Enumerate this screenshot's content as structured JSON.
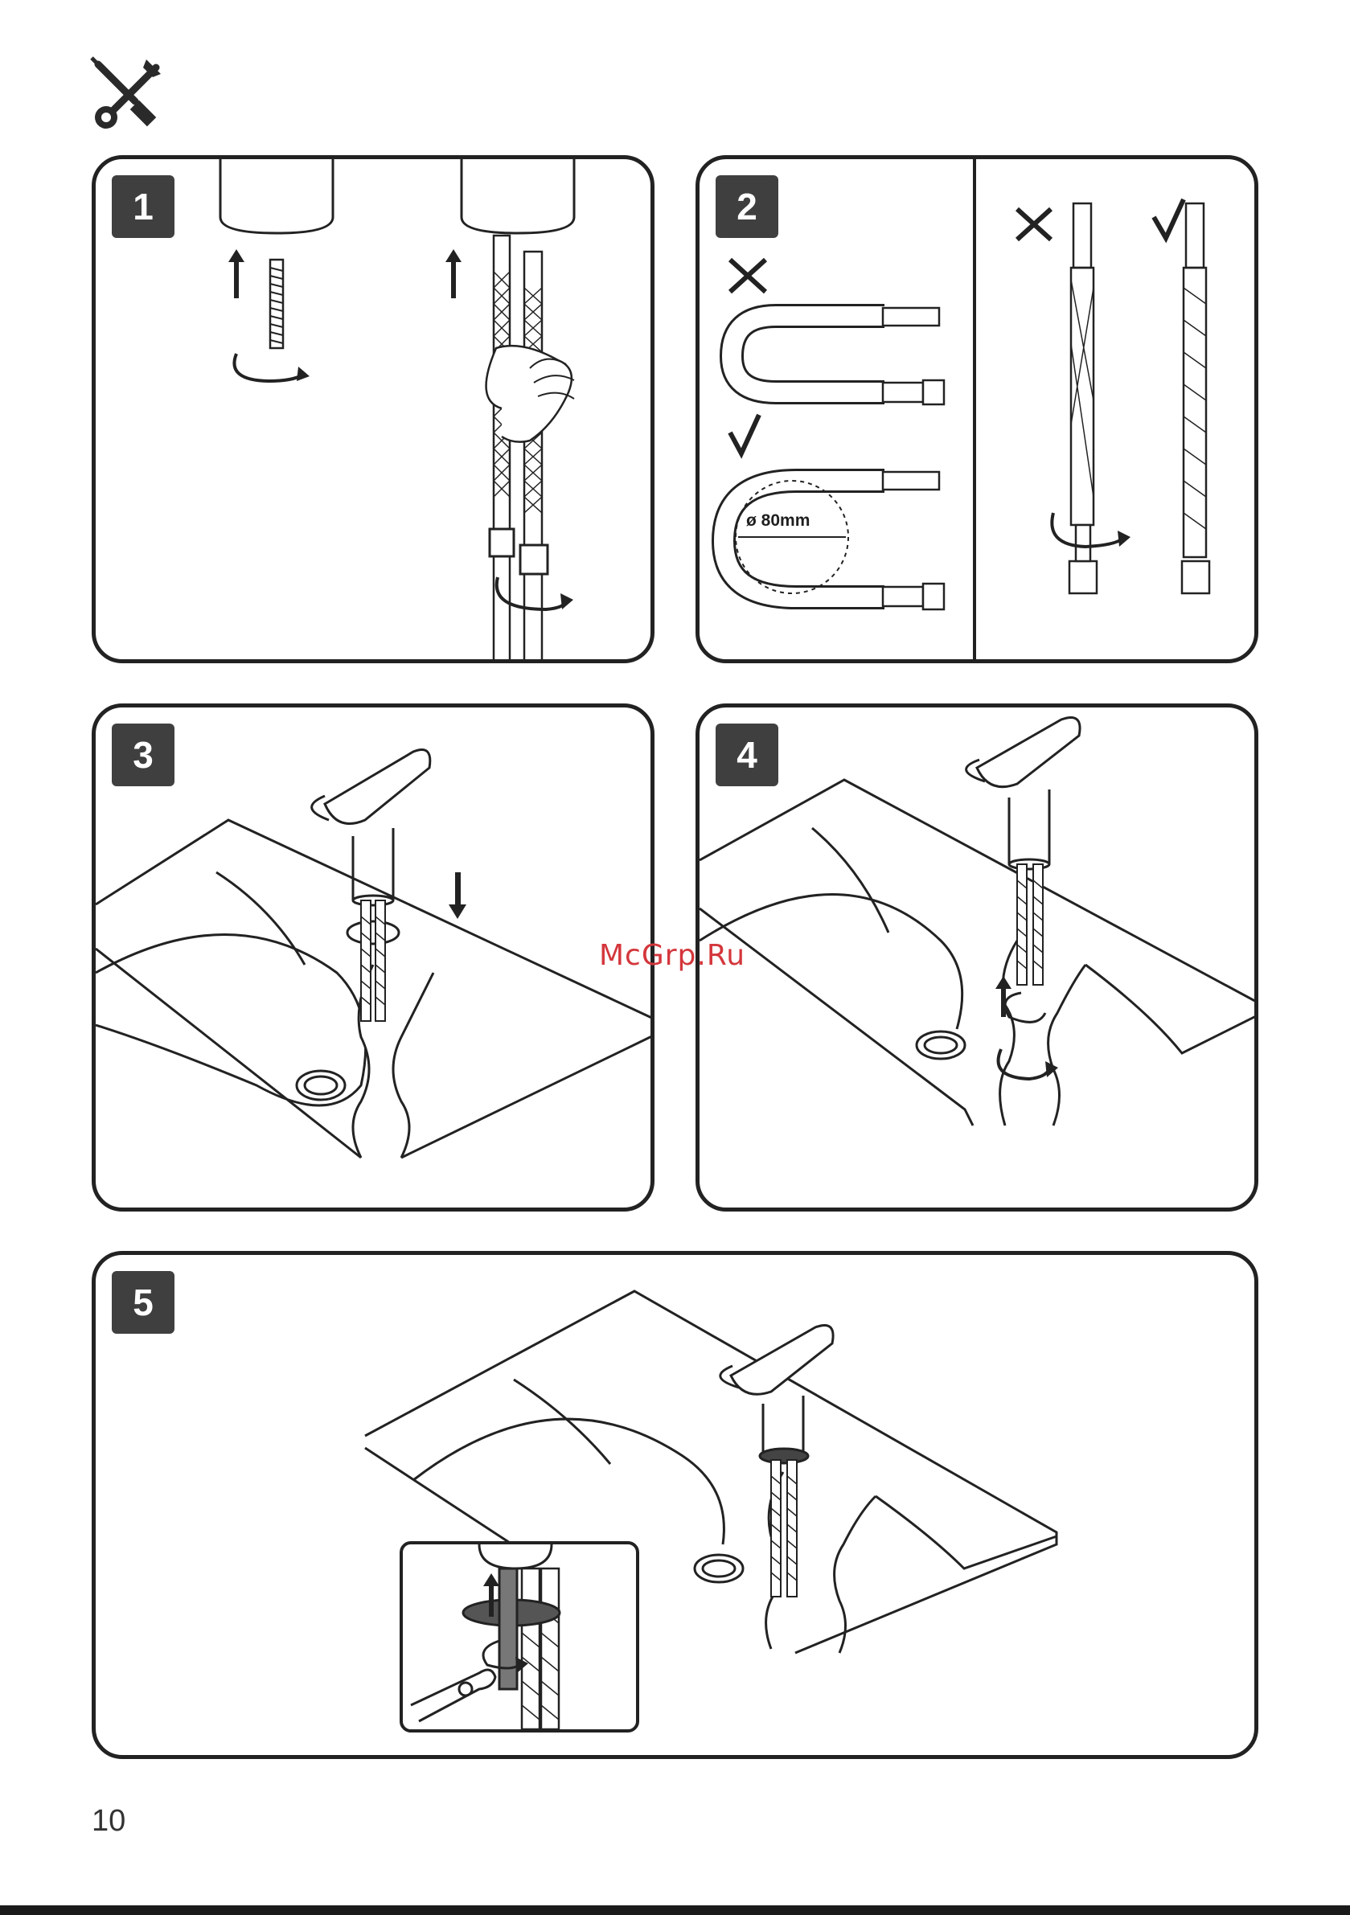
{
  "steps": [
    {
      "number": "1"
    },
    {
      "number": "2",
      "dimension_label": "ø 80mm"
    },
    {
      "number": "3"
    },
    {
      "number": "4"
    },
    {
      "number": "5"
    }
  ],
  "watermark": "McGrp.Ru",
  "page_number": "10",
  "icons": {
    "header": "tools-icon",
    "wrong": "cross-mark-icon",
    "right": "check-mark-icon",
    "rotate": "rotate-arrow-icon",
    "up": "arrow-up-icon",
    "down": "arrow-down-icon"
  }
}
